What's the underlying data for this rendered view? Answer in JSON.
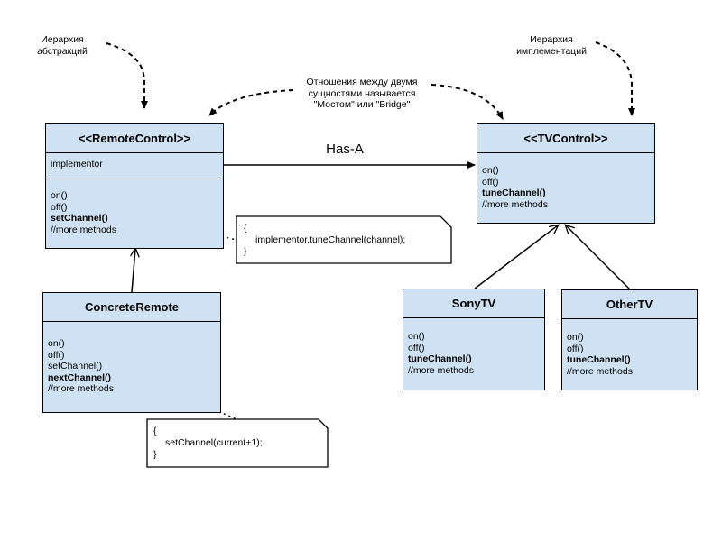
{
  "labels": {
    "abstraction": [
      "Иерархия",
      "абстракций"
    ],
    "implementation": [
      "Иерархия",
      "имплементаций"
    ],
    "bridge": [
      "Отношения между двумя",
      "сущностями называется",
      "\"Мостом\" или \"Bridge\""
    ],
    "has_a": "Has-A"
  },
  "remote_control": {
    "title": "<<RemoteControl>>",
    "field": "implementor",
    "methods": [
      "on()",
      "off()",
      "setChannel()",
      "//more methods"
    ]
  },
  "tv_control": {
    "title": "<<TVControl>>",
    "methods": [
      "on()",
      "off()",
      "tuneChannel()",
      "//more methods"
    ]
  },
  "concrete_remote": {
    "title": "ConcreteRemote",
    "methods": [
      "on()",
      "off()",
      "setChannel()",
      "nextChannel()",
      "//more methods"
    ]
  },
  "sony_tv": {
    "title": "SonyTV",
    "methods": [
      "on()",
      "off()",
      "tuneChannel()",
      "//more methods"
    ]
  },
  "other_tv": {
    "title": "OtherTV",
    "methods": [
      "on()",
      "off()",
      "tuneChannel()",
      "//more methods"
    ]
  },
  "notes": {
    "set_channel": [
      "{",
      "implementor.tuneChannel(channel);",
      "}"
    ],
    "next_channel": [
      "{",
      "setChannel(current+1);",
      "}"
    ]
  }
}
